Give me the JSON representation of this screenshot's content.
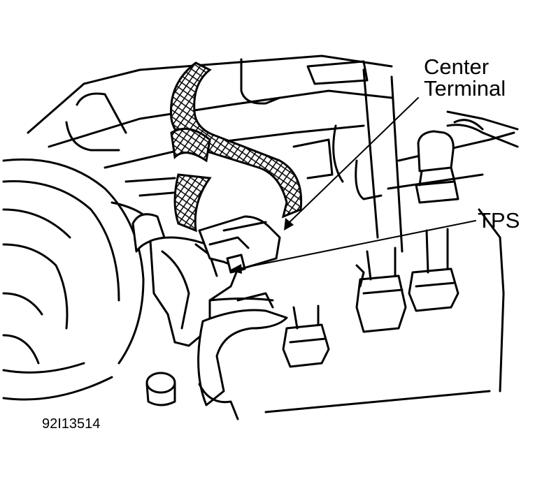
{
  "figure": {
    "id_text": "92I13514"
  },
  "callouts": {
    "center_terminal": {
      "line1": "Center",
      "line2": "Terminal"
    },
    "tps": {
      "label": "TPS"
    }
  },
  "colors": {
    "line": "#000000",
    "background": "#ffffff"
  }
}
